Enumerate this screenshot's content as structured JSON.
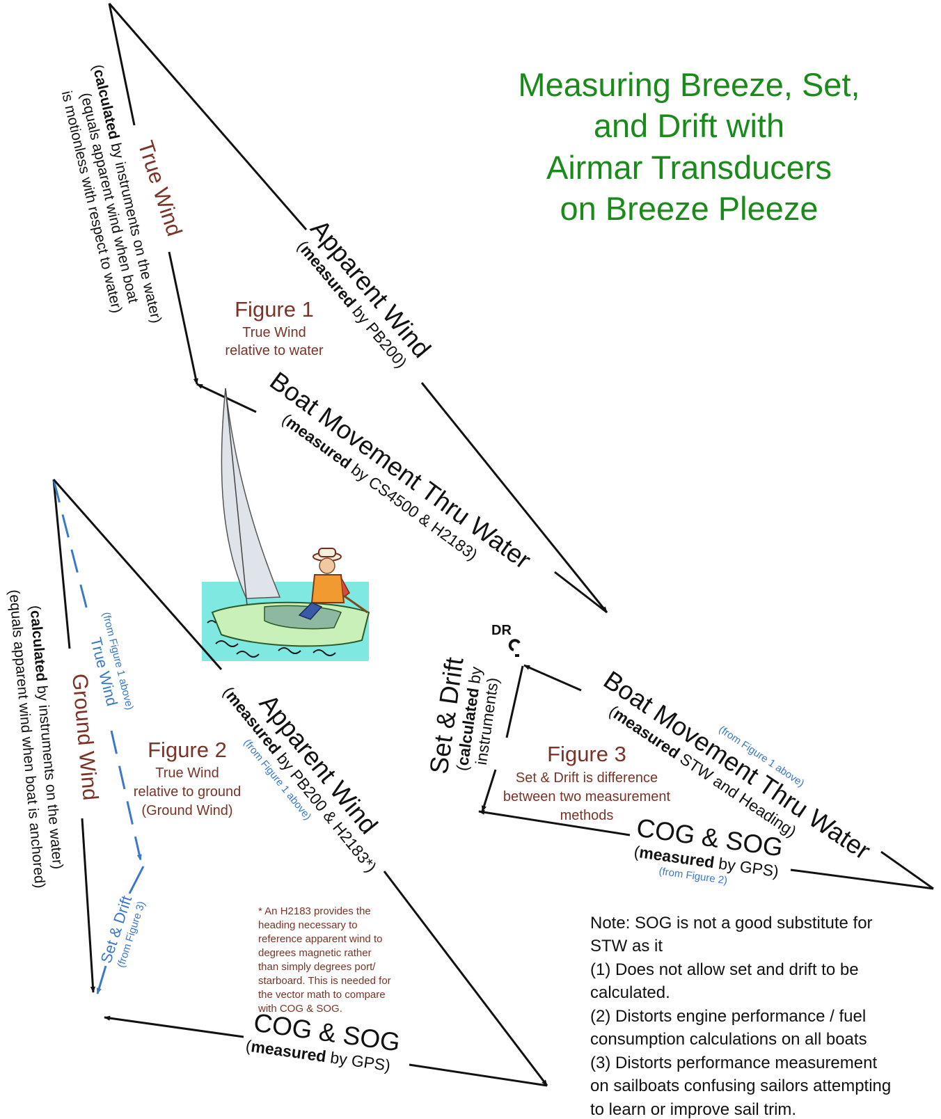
{
  "title": {
    "line1": "Measuring Breeze, Set,",
    "line2": "and Drift with",
    "line3": "Airmar Transducers",
    "line4": "on Breeze Pleeze"
  },
  "figure1": {
    "title": "Figure 1",
    "caption1": "True Wind",
    "caption2": "relative to water",
    "true_wind": {
      "label": "True Wind",
      "calc_bold": "calculated",
      "calc_rest": " by instruments on the water)",
      "note1": "(equals apparent wind when boat",
      "note2": "is motionless with respect to water)"
    },
    "apparent_wind": {
      "label": "Apparent Wind",
      "meas_bold": "measured",
      "meas_rest": " by PB200)"
    },
    "boat_movement": {
      "label": "Boat Movement Thru Water",
      "meas_bold": "measured",
      "meas_rest": " by CS4500 & H2183)"
    }
  },
  "figure2": {
    "title": "Figure 2",
    "caption1": "True Wind",
    "caption2": "relative to ground",
    "caption3": "(Ground Wind)",
    "ground_wind": {
      "label": "Ground Wind",
      "calc_bold": "calculated",
      "calc_rest": " by instruments on the water)",
      "note": "(equals apparent wind when boat is anchored)"
    },
    "true_wind_ref": {
      "source": "(from Figure 1 above)",
      "label": "True Wind"
    },
    "set_drift_ref": {
      "label": "Set & Drift",
      "source": "(from Figure 3)"
    },
    "apparent_wind": {
      "label": "Apparent Wind",
      "meas_bold": "measured",
      "meas_rest": " by PB200 & H2183*)",
      "source": "(from Figure 1 above)"
    },
    "cog_sog": {
      "label": "COG & SOG",
      "meas_bold": "measured",
      "meas_rest": " by GPS)"
    },
    "footnote": [
      "* An H2183 provides the",
      "heading necessary to",
      "reference apparent wind to",
      "degrees magnetic rather",
      "than simply degrees port/",
      "starboard. This is needed for",
      "the vector math to compare",
      "with COG & SOG."
    ]
  },
  "figure3": {
    "title": "Figure 3",
    "caption1": "Set & Drift is difference",
    "caption2": "between two measurement",
    "caption3": "methods",
    "dr_label": "DR",
    "set_drift": {
      "label": "Set & Drift",
      "calc_bold": "calculated",
      "calc_rest": " by",
      "calc_line2": "instruments)"
    },
    "boat_movement": {
      "label": "Boat Movement Thru Water",
      "source": "(from Figure 1 above)",
      "meas_bold": "measured",
      "meas_rest": " STW and Heading)"
    },
    "cog_sog": {
      "label": "COG & SOG",
      "meas_bold": "measured",
      "meas_rest": " by GPS)",
      "source": "(from Figure 2)"
    }
  },
  "note": [
    "Note: SOG is not a good substitute for",
    "STW as it",
    "(1) Does not allow set and drift to be",
    "calculated.",
    "(2) Distorts engine performance / fuel",
    "consumption calculations on all boats",
    "(3) Distorts performance measurement",
    "on sailboats confusing sailors attempting",
    "to learn or improve sail trim."
  ],
  "colors": {
    "title_green": "#1a8a1a",
    "figure_red": "#7a3326",
    "reference_blue": "#3a78c8",
    "vector_black": "#111111"
  }
}
